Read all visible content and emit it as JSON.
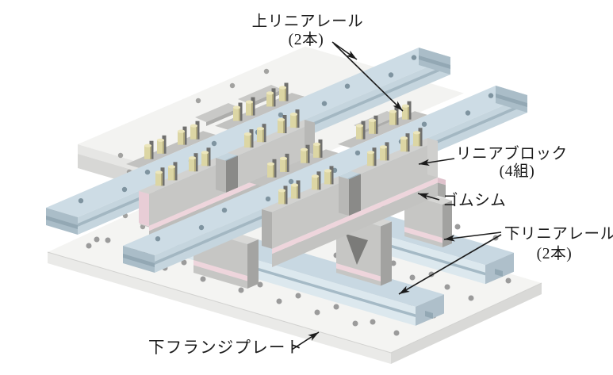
{
  "figure": {
    "type": "isometric-technical-illustration",
    "subject": "linear rail isolation assembly",
    "background": "#ffffff",
    "labels": {
      "upper_linear_rail": {
        "name": "上リニアレール",
        "count": "(2本)"
      },
      "linear_block": {
        "name": "リニアブロック",
        "count": "(4組)"
      },
      "rubber_shim": {
        "name": "ゴムシム"
      },
      "lower_linear_rail": {
        "name": "下リニアレール",
        "count": "(2本)"
      },
      "lower_flange_plate": {
        "name": "下フランジプレート"
      }
    },
    "palette": {
      "rail_blue_top": "#cddce5",
      "rail_blue_side": "#c5d5de",
      "rail_blue_end": "#aabdc8",
      "plate_white": "#f4f4f2",
      "plate_side": "#d9d9d7",
      "block_gray": "#c7c7c5",
      "block_shadow": "#8a8a88",
      "shim_pink": "#eed5dc",
      "bolt_yellow": "#dcd6a4",
      "hole_gray": "#9b9b9b",
      "rail_hole_gray": "#7f94a0",
      "annotation_black": "#1b1b1b"
    }
  }
}
